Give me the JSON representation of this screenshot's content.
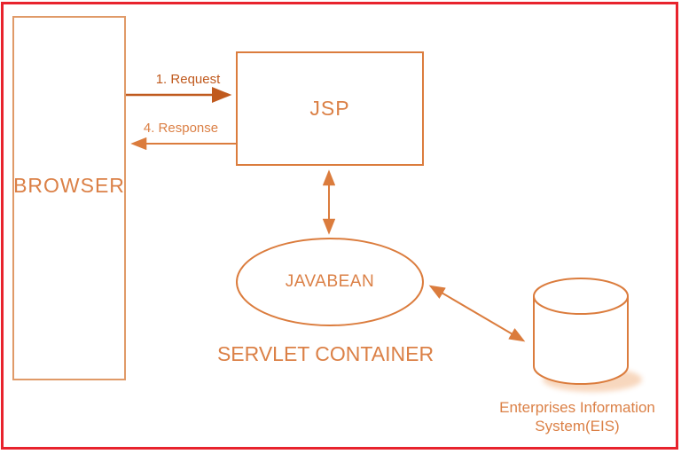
{
  "colors": {
    "frame_red": "#E8232D",
    "shape_orange": "#DB7C3D",
    "browser_box_orange": "#E09A68",
    "label_orange": "#DB8046",
    "request_orange": "#C05A1E",
    "shadow_orange": "#EFA76F",
    "background": "#FFFFFF"
  },
  "diagram": {
    "nodes": {
      "browser": {
        "label": "BROWSER",
        "shape": "rectangle"
      },
      "jsp": {
        "label": "JSP",
        "shape": "rectangle"
      },
      "javabean": {
        "label": "JAVABEAN",
        "shape": "ellipse"
      },
      "eis": {
        "label_line1": "Enterprises Information",
        "label_line2": "System(EIS)",
        "shape": "database-cylinder"
      }
    },
    "container_label": "SERVLET CONTAINER",
    "arrows": [
      {
        "name": "request",
        "label": "1. Request",
        "from": "browser",
        "to": "jsp",
        "direction": "one-way"
      },
      {
        "name": "response",
        "label": "4. Response",
        "from": "jsp",
        "to": "browser",
        "direction": "one-way"
      },
      {
        "name": "jsp-javabean",
        "label": "",
        "from": "jsp",
        "to": "javabean",
        "direction": "two-way"
      },
      {
        "name": "javabean-eis",
        "label": "",
        "from": "javabean",
        "to": "eis",
        "direction": "two-way"
      }
    ]
  }
}
